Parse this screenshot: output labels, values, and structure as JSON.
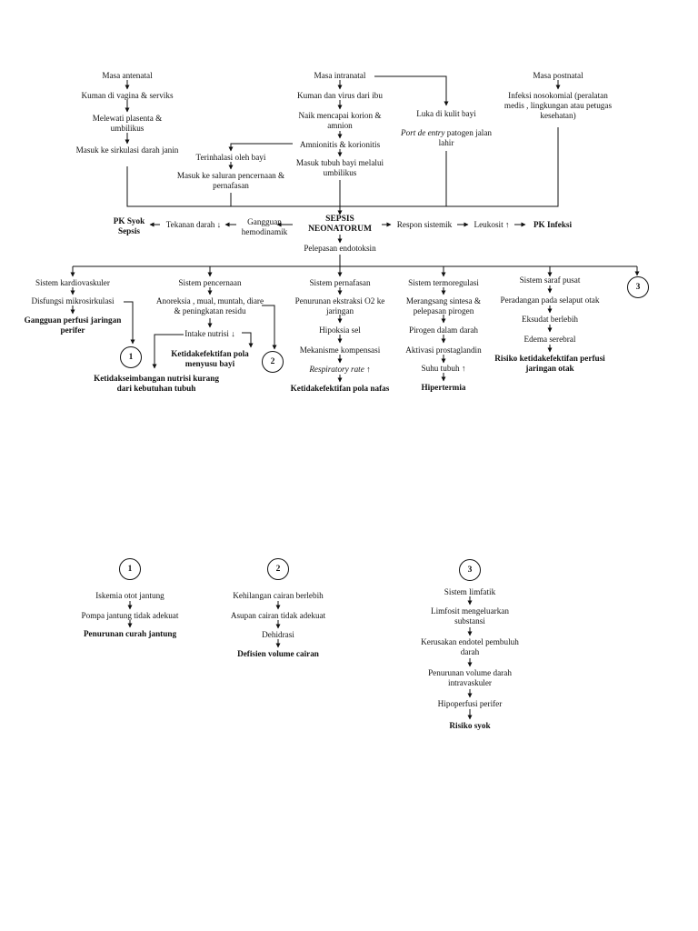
{
  "top": {
    "antenatal": "Masa antenatal",
    "antenatal_1": "Kuman di vagina & serviks",
    "antenatal_2": "Melewati plasenta & umbilikus",
    "antenatal_3": "Masuk ke sirkulasi darah janin",
    "intranatal": "Masa intranatal",
    "intranatal_1": "Kuman dan virus dari ibu",
    "intranatal_2": "Naik mencapai korion & amnion",
    "intranatal_3": "Amnionitis & korionitis",
    "inhaled_1": "Terinhalasi oleh bayi",
    "inhaled_2": "Masuk ke saluran pencernaan & pernafasan",
    "umbilical": "Masuk tubuh bayi melalui umbilikus",
    "skin_wound": "Luka di kulit bayi",
    "port_entry_italic": "Port de entry",
    "port_entry_rest": " patogen jalan lahir",
    "postnatal": "Masa postnatal",
    "postnatal_1": "Infeksi nosokomial (peralatan medis , lingkungan atau petugas kesehatan)"
  },
  "center": {
    "sepsis_line1": "SEPSIS",
    "sepsis_line2": "NEONATORUM",
    "hemo": "Gangguan hemodinamik",
    "bp": "Tekanan darah ↓",
    "pk_syok": "PK Syok Sepsis",
    "systemic": "Respon sistemik",
    "leukocyte": "Leukosit ↑",
    "pk_infeksi": "PK Infeksi",
    "endotoxin": "Pelepasan endotoksin"
  },
  "systems": {
    "cardio": "Sistem kardiovaskuler",
    "cardio_1": "Disfungsi mikrosirkulasi",
    "cardio_dx": "Gangguan perfusi jaringan perifer",
    "digest": "Sistem pencernaan",
    "digest_1": "Anoreksia , mual, muntah, diare & peningkatan residu",
    "digest_2": "Intake nutrisi ↓",
    "digest_dx1": "Ketidakefektifan pola menyusu bayi",
    "digest_dx2": "Ketidakseimbangan nutrisi kurang dari kebutuhan tubuh",
    "resp": "Sistem pernafasan",
    "resp_1": "Penurunan ekstraksi O2 ke jaringan",
    "resp_2": "Hipoksia sel",
    "resp_3": "Mekanisme kompensasi",
    "resp_4": "Respiratory rate ↑",
    "resp_dx": "Ketidakefektifan pola nafas",
    "thermo": "Sistem termoregulasi",
    "thermo_1": "Merangsang sintesa & pelepasan pirogen",
    "thermo_2": "Pirogen dalam darah",
    "thermo_3": "Aktivasi prostaglandin",
    "thermo_4": "Suhu tubuh ↑",
    "thermo_dx": "Hipertermia",
    "neuro": "Sistem saraf pusat",
    "neuro_1": "Peradangan pada selaput otak",
    "neuro_2": "Eksudat berlebih",
    "neuro_3": "Edema serebral",
    "neuro_dx": "Risiko ketidakefektifan perfusi jaringan otak"
  },
  "circles": {
    "one": "1",
    "two": "2",
    "three": "3"
  },
  "bottom": {
    "c1_1": "Iskemia otot jantung",
    "c1_2": "Pompa jantung tidak adekuat",
    "c1_dx": "Penurunan curah jantung",
    "c2_1": "Kehilangan cairan berlebih",
    "c2_2": "Asupan cairan tidak adekuat",
    "c2_3": "Dehidrasi",
    "c2_dx": "Defisien volume cairan",
    "c3_1": "Sistem limfatik",
    "c3_2": "Limfosit mengeluarkan substansi",
    "c3_3": "Kerusakan endotel pembuluh darah",
    "c3_4": "Penurunan volume darah intravaskuler",
    "c3_5": "Hipoperfusi perifer",
    "c3_dx": "Risiko syok"
  },
  "colors": {
    "line": "#111111",
    "background": "#ffffff"
  }
}
